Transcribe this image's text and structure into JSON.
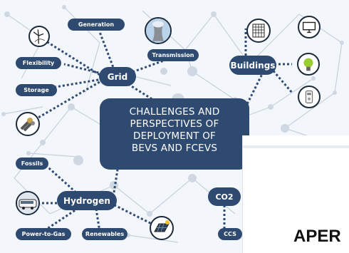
{
  "nodes": {
    "grid": "Grid",
    "generation": "Generation",
    "transmission": "Transmission",
    "flexibility": "Flexibility",
    "storage": "Storage",
    "buildings": "Buildings",
    "fossils": "Fossils",
    "hydrogen": "Hydrogen",
    "power_to_gas": "Power-to-Gas",
    "renewables": "Renewables",
    "co2": "CO2",
    "ccs": "CCS"
  },
  "center_title": {
    "line1": "CHALLENGES AND",
    "line2": "PERSPECTIVES OF",
    "line3": "DEPLOYMENT OF",
    "line4": "BEVS AND FCEVS"
  },
  "panel_text": "APER",
  "icons": [
    "wind-turbine-icon",
    "cooling-tower-icon",
    "cables-icon",
    "building-grid-icon",
    "computer-icon",
    "light-bulb-icon",
    "thermostat-icon",
    "bus-icon",
    "solar-panel-icon"
  ],
  "colors": {
    "node": "#2e4a70",
    "network": "#c7d1dc",
    "link": "#2e4a70"
  }
}
